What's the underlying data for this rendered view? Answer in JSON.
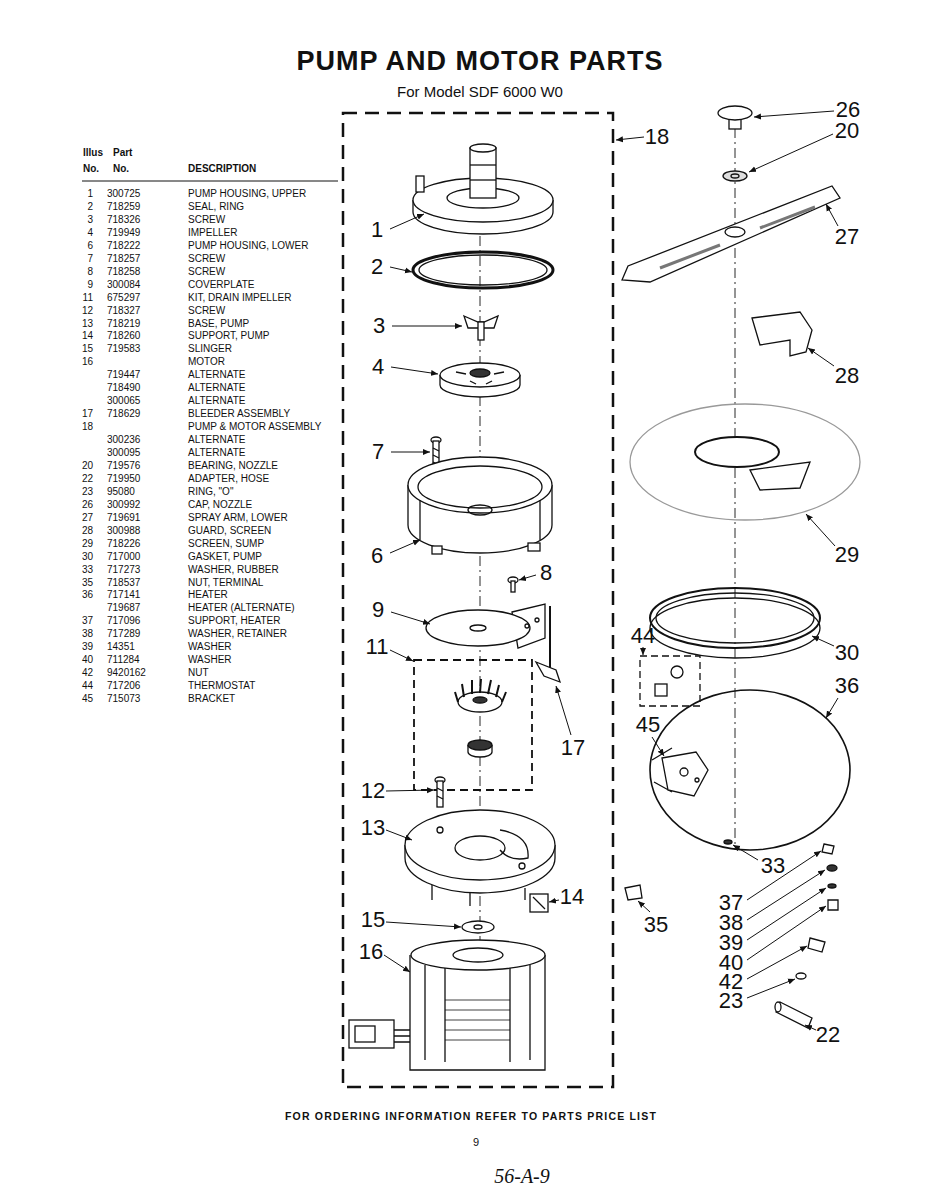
{
  "diagram": {
    "title": "PUMP AND MOTOR PARTS",
    "caption": "FOR ORDERING INFORMATION REFER TO PARTS PRICE LIST",
    "labels": [
      "For Model SDF 6000 W0",
      "Illus",
      "Part",
      "No.",
      "No.",
      "DESCRIPTION",
      "1",
      "300725",
      "PUMP HOUSING, UPPER",
      "2",
      "718259",
      "SEAL, RING",
      "3",
      "718326",
      "SCREW",
      "4",
      "719949",
      "IMPELLER",
      "6",
      "718222",
      "PUMP HOUSING, LOWER",
      "7",
      "718257",
      "SCREW",
      "8",
      "718258",
      "SCREW",
      "9",
      "300084",
      "COVERPLATE",
      "11",
      "675297",
      "KIT, DRAIN IMPELLER",
      "12",
      "718327",
      "SCREW",
      "13",
      "718219",
      "BASE, PUMP",
      "14",
      "718260",
      "SUPPORT, PUMP",
      "15",
      "719583",
      "SLINGER",
      "16",
      "MOTOR",
      "719447",
      "ALTERNATE",
      "718490",
      "ALTERNATE",
      "300065",
      "ALTERNATE",
      "17",
      "718629",
      "BLEEDER ASSEMBLY",
      "18",
      "PUMP & MOTOR ASSEMBLY",
      "300236",
      "ALTERNATE",
      "300095",
      "ALTERNATE",
      "20",
      "719576",
      "BEARING, NOZZLE",
      "22",
      "719950",
      "ADAPTER, HOSE",
      "23",
      "95080",
      "RING, \"O\"",
      "26",
      "300992",
      "CAP, NOZZLE",
      "27",
      "719691",
      "SPRAY ARM, LOWER",
      "28",
      "300988",
      "GUARD, SCREEN",
      "29",
      "718226",
      "SCREEN, SUMP",
      "30",
      "717000",
      "GASKET, PUMP",
      "33",
      "717273",
      "WASHER, RUBBER",
      "35",
      "718537",
      "NUT, TERMINAL",
      "36",
      "717141",
      "HEATER",
      "719687",
      "HEATER (ALTERNATE)",
      "37",
      "717096",
      "SUPPORT, HEATER",
      "38",
      "717289",
      "WASHER, RETAINER",
      "39",
      "14351",
      "WASHER",
      "40",
      "711284",
      "WASHER",
      "42",
      "9420162",
      "NUT",
      "44",
      "717206",
      "THERMOSTAT",
      "45",
      "715073",
      "BRACKET",
      "26",
      "20",
      "18",
      "27",
      "1",
      "2",
      "3",
      "28",
      "4",
      "7",
      "29",
      "6",
      "8",
      "9",
      "30",
      "11",
      "44",
      "36",
      "17",
      "45",
      "12",
      "13",
      "33",
      "14",
      "37",
      "15",
      "35",
      "38",
      "16",
      "39",
      "40",
      "42",
      "23",
      "22",
      "9",
      "56-A-9"
    ]
  }
}
